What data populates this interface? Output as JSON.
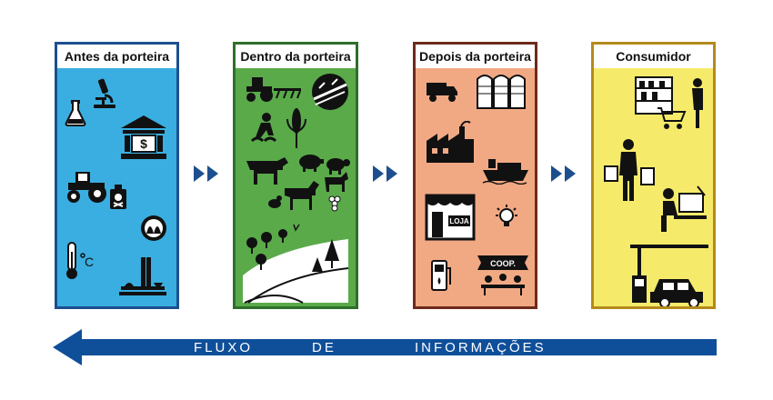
{
  "panels": [
    {
      "id": "antes",
      "title": "Antes da porteira",
      "color": "#3aaee0",
      "border": "#1d4f8f"
    },
    {
      "id": "dentro",
      "title": "Dentro da porteira",
      "color": "#5aaa4a",
      "border": "#2e6f2c"
    },
    {
      "id": "depois",
      "title": "Depois da porteira",
      "color": "#f1a984",
      "border": "#6e2a1c"
    },
    {
      "id": "consumidor",
      "title": "Consumidor",
      "color": "#f6ea6a",
      "border": "#b38a1c"
    }
  ],
  "labels": {
    "loja": "LOJA",
    "coop": "COOP."
  },
  "flow": {
    "word1": "FLUXO",
    "word2": "DE",
    "word3": "INFORMAÇÕES",
    "color": "#0f4f9a"
  }
}
